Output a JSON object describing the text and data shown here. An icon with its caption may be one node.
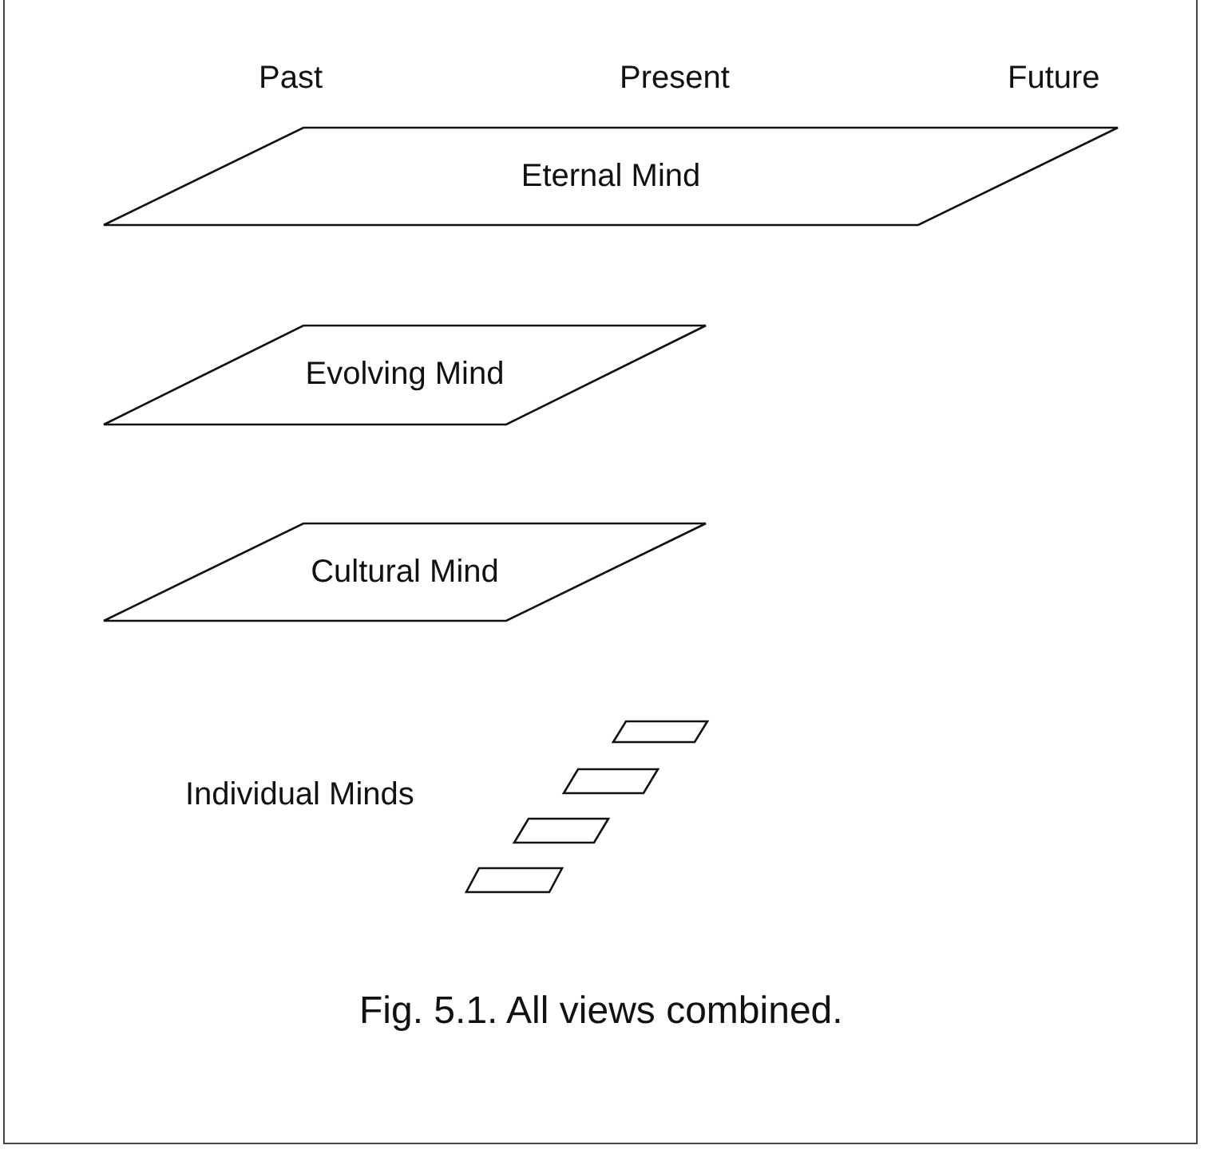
{
  "diagram": {
    "caption": "Fig. 5.1. All views combined.",
    "nodes": [
      {
        "text": [
          "Eternal Mind"
        ]
      },
      {
        "text": [
          "Evolving Mind"
        ]
      },
      {
        "text": [
          "Cultural Mind"
        ]
      },
      {
        "text": [],
        "shape": "parallelogram"
      },
      {
        "text": [],
        "shape": "parallelogram"
      },
      {
        "text": [],
        "shape": "parallelogram"
      },
      {
        "text": [],
        "shape": "parallelogram"
      }
    ],
    "labels": [
      "Past",
      "Present",
      "Future",
      "Individual Minds"
    ]
  }
}
